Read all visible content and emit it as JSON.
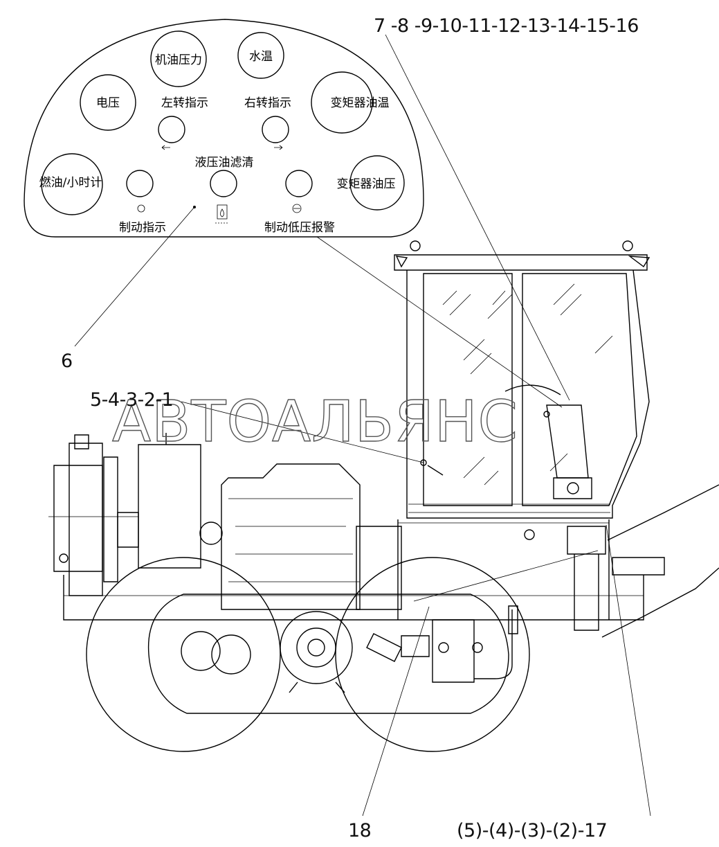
{
  "panel": {
    "gauge_oil_pressure": "机油压力",
    "gauge_water_temp": "水温",
    "gauge_voltage": "电压",
    "gauge_converter_oil_temp": "变矩器油温",
    "gauge_fuel_hours": "燃油/小时计",
    "gauge_converter_oil_pressure": "变矩器油压",
    "left_turn": "左转指示",
    "right_turn": "右转指示",
    "hydraulic_filter": "液压油滤清",
    "brake_indicator": "制动指示",
    "brake_low_pressure": "制动低压报警"
  },
  "callouts": {
    "top_right": "7 -8 -9-10-11-12-13-14-15-16",
    "left_mid": "6",
    "left_upper": "5-4-3-2-1",
    "bottom_center": "18",
    "bottom_right": "(5)-(4)-(3)-(2)-17"
  },
  "watermark": "АВТОАЛЬЯНС"
}
